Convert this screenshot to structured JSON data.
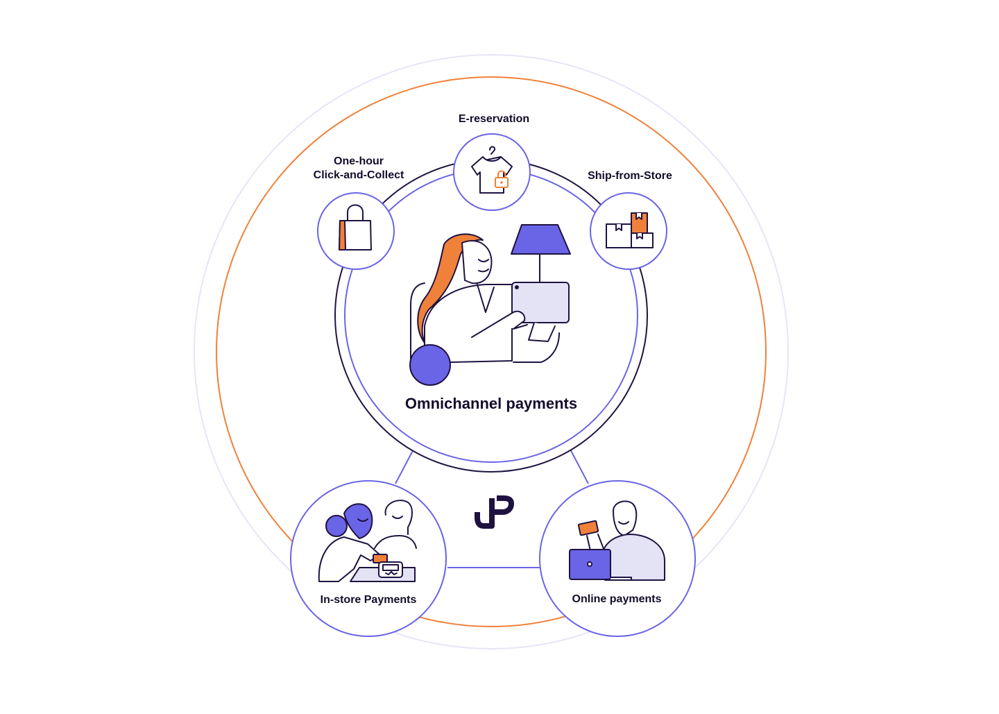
{
  "diagram": {
    "center_label": "Omnichannel payments",
    "services": [
      {
        "id": "click-collect",
        "lines": [
          "One-hour",
          "Click-and-Collect"
        ],
        "icon": "shopping-bag-icon"
      },
      {
        "id": "e-reservation",
        "lines": [
          "E-reservation"
        ],
        "icon": "tshirt-hanger-lock-icon"
      },
      {
        "id": "ship-from-store",
        "lines": [
          "Ship-from-Store"
        ],
        "icon": "boxes-icon"
      }
    ],
    "channels": [
      {
        "id": "in-store",
        "label": "In-store Payments",
        "icon": "in-store-payment-illustration"
      },
      {
        "id": "online",
        "label": "Online payments",
        "icon": "online-payment-illustration"
      }
    ],
    "logo": "brand-logo-icon"
  },
  "colors": {
    "primary": "#6a64e6",
    "dark": "#1e1240",
    "accent": "#f0813a",
    "outer_ring": "#e6e5f8",
    "lavender": "#e4e3f5"
  }
}
